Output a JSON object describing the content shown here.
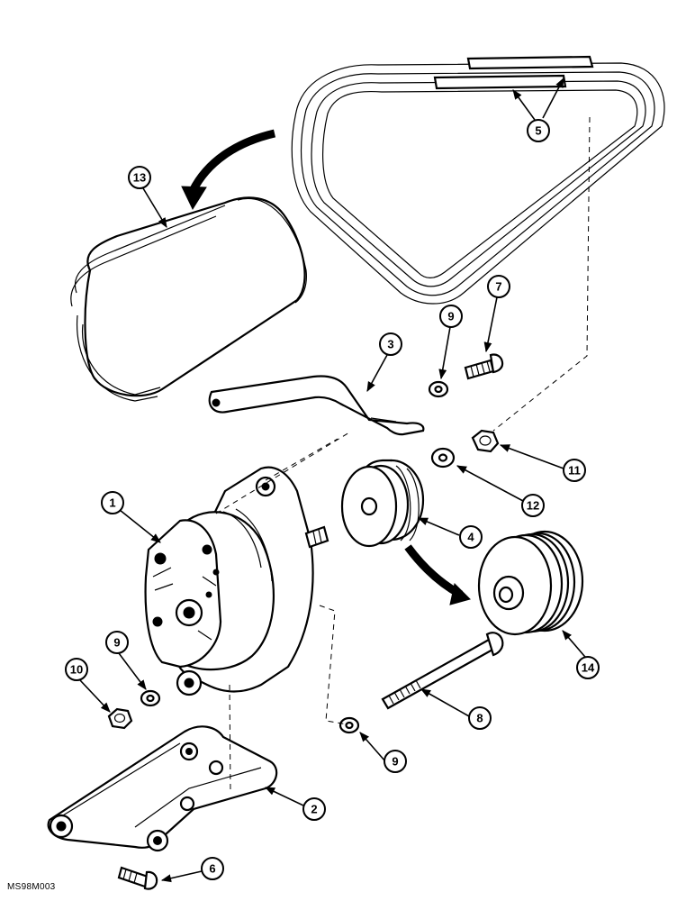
{
  "figure_code": "MS98M003",
  "callouts": {
    "c1": "1",
    "c2": "2",
    "c3": "3",
    "c4": "4",
    "c5": "5",
    "c6": "6",
    "c7": "7",
    "c8": "8",
    "c9a": "9",
    "c9b": "9",
    "c9c": "9",
    "c10": "10",
    "c11": "11",
    "c12": "12",
    "c13": "13",
    "c14": "14"
  }
}
